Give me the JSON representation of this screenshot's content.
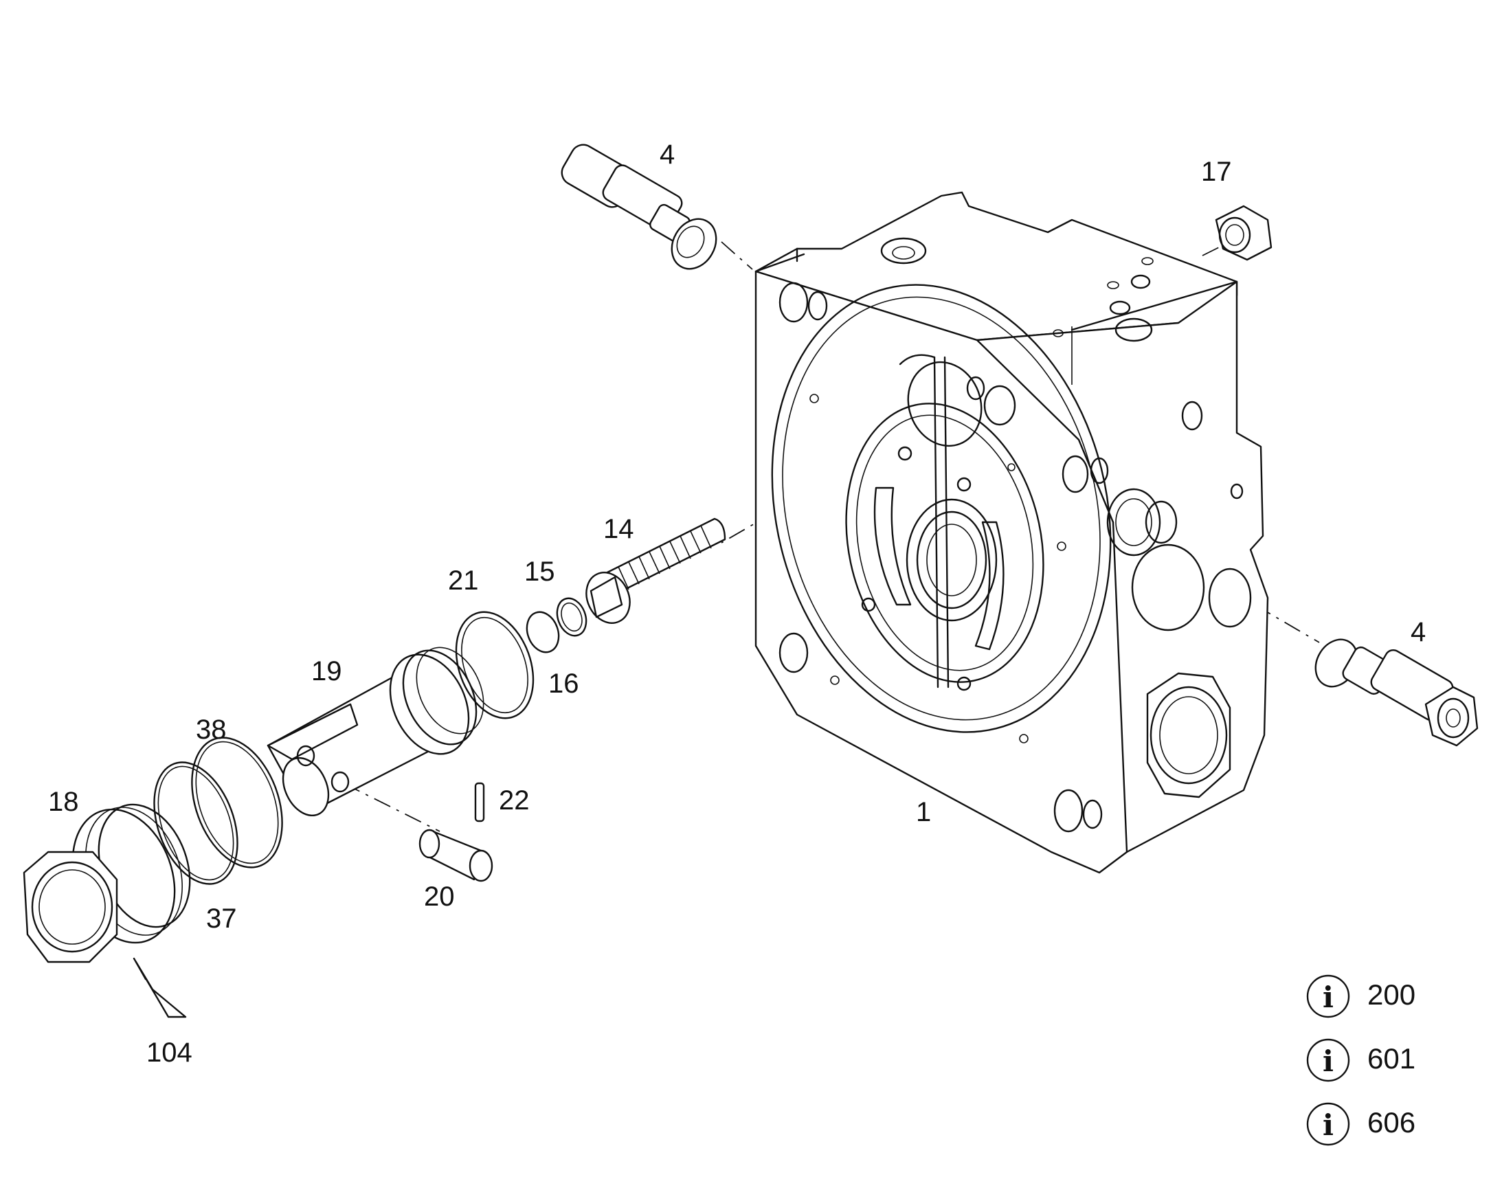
{
  "callouts": {
    "housing": "1",
    "valve_top": "4",
    "valve_right": "4",
    "nut": "17",
    "spring": "14",
    "ring_15": "15",
    "ring_16": "16",
    "ring_21": "21",
    "piston": "19",
    "oring_38": "38",
    "oring_37": "37",
    "plug": "18",
    "pin_22": "22",
    "pin_20": "20",
    "sealant": "104"
  },
  "info_refs": [
    "200",
    "601",
    "606"
  ],
  "icons": {
    "info": "info-circle-icon"
  }
}
